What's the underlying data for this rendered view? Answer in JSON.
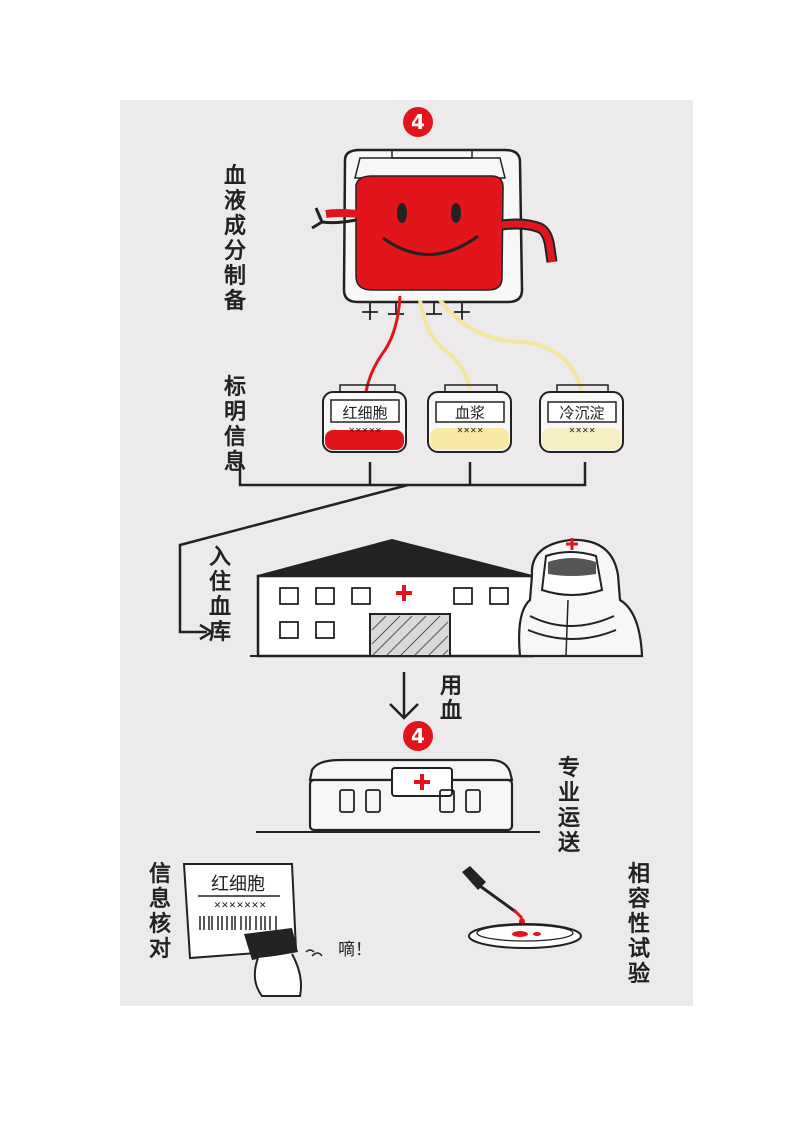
{
  "steps": {
    "top_badge": "4",
    "mid_badge": "4"
  },
  "labels": {
    "component_prep": "血液成分制备",
    "label_info": "标明信息",
    "storage": "入住血库",
    "use_blood": "用血",
    "transport": "专业运送",
    "info_check": "信息核对",
    "compat_test": "相容性试验"
  },
  "bags": {
    "red_cells": "红细胞",
    "plasma": "血浆",
    "cryo": "冷沉淀"
  },
  "sheet": {
    "title": "红细胞"
  },
  "scan_sound": "嘀！",
  "colors": {
    "blood_red": "#e3151c",
    "plasma_yellow": "#f7e9a6",
    "cryo_yellow": "#f5efc2",
    "badge_red": "#e3151c",
    "panel_bg": "#eceaea"
  }
}
